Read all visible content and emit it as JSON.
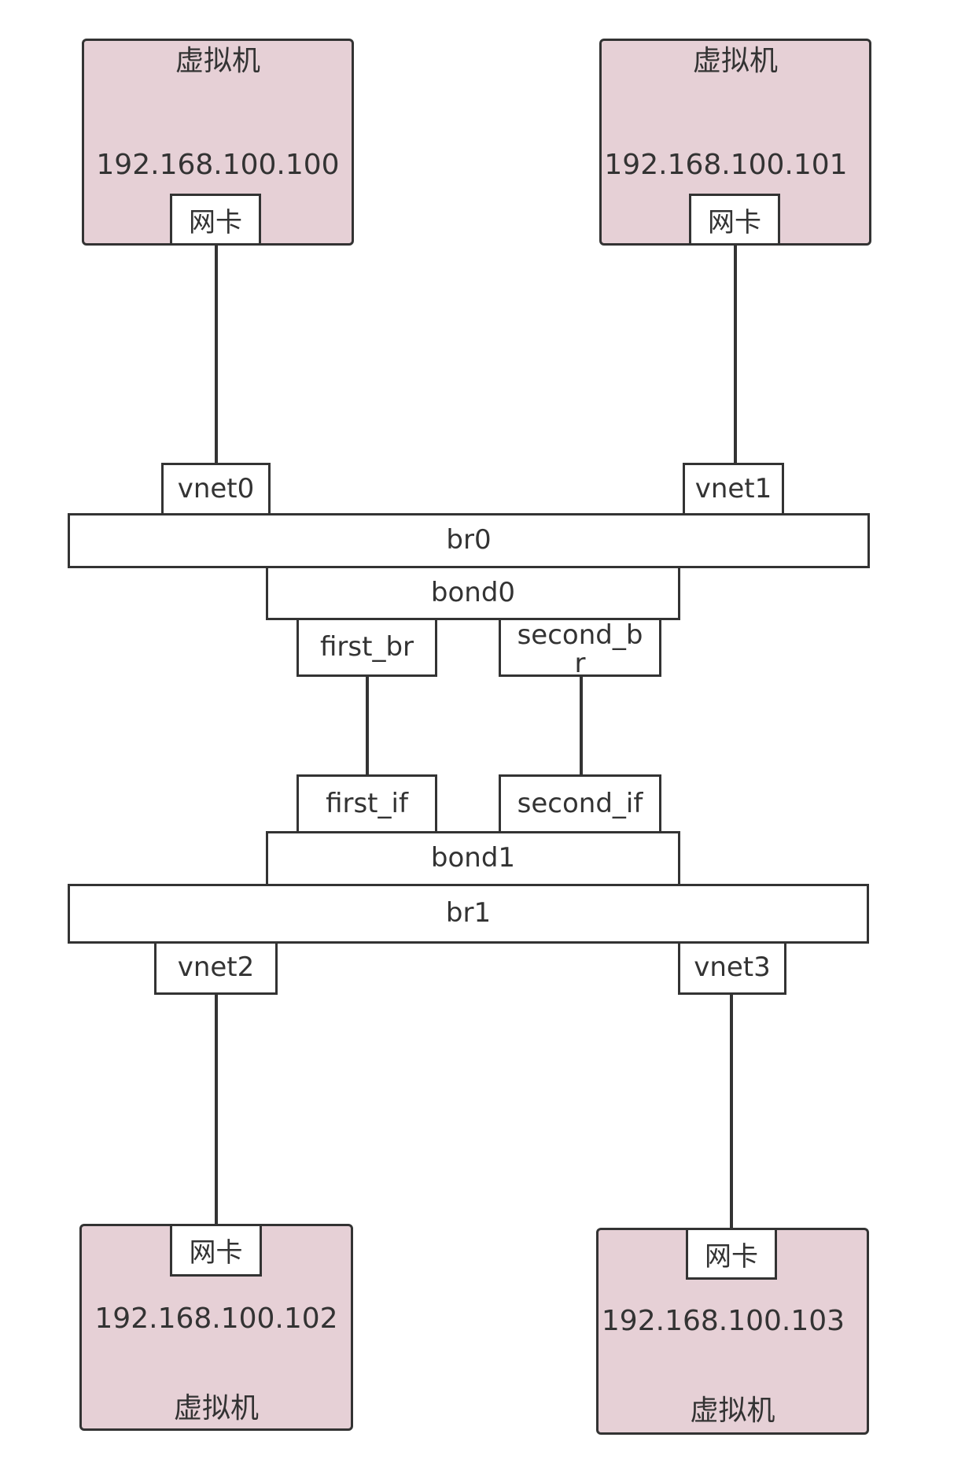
{
  "vms": [
    {
      "title": "虚拟机",
      "ip": "192.168.100.100",
      "nic": "网卡"
    },
    {
      "title": "虚拟机",
      "ip": "192.168.100.101",
      "nic": "网卡"
    },
    {
      "title": "虚拟机",
      "ip": "192.168.100.102",
      "nic": "网卡"
    },
    {
      "title": "虚拟机",
      "ip": "192.168.100.103",
      "nic": "网卡"
    }
  ],
  "vnets": [
    "vnet0",
    "vnet1",
    "vnet2",
    "vnet3"
  ],
  "bridges": {
    "br0": "br0",
    "br1": "br1"
  },
  "bonds": {
    "bond0": "bond0",
    "bond1": "bond1"
  },
  "ports": {
    "first_br": "first_br",
    "second_br": "second_br",
    "first_if": "first_if",
    "second_if": "second_if"
  },
  "colors": {
    "vm_fill": "#e6d0d6",
    "stroke": "#333333"
  }
}
